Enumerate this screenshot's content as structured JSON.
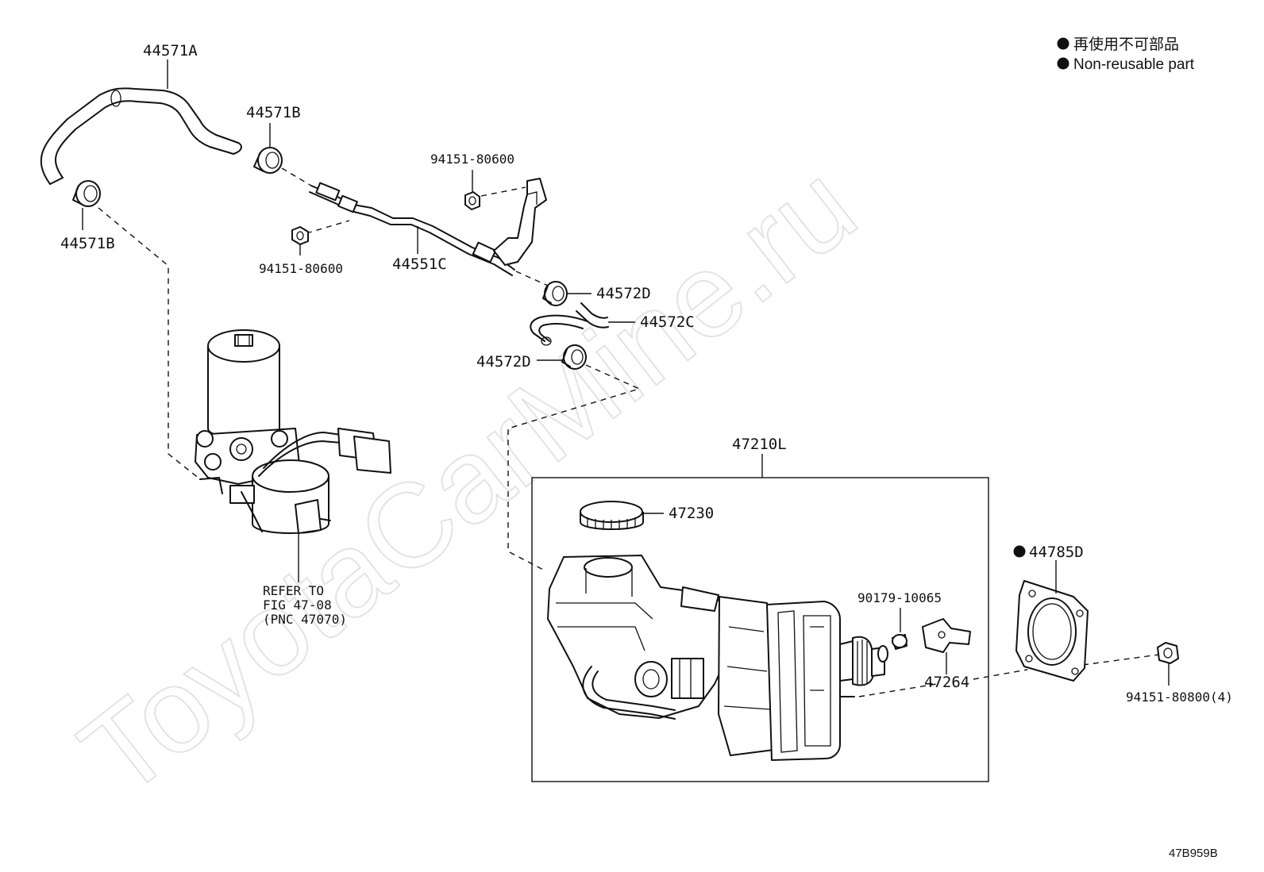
{
  "legend": {
    "line_jp": "再使用不可部品",
    "line_en": "Non-reusable part"
  },
  "watermark": "ToyotaCarMine.ru",
  "figure_code": "47B959B",
  "labels": {
    "hose_44571a": "44571A",
    "clip_44571b_upper": "44571B",
    "clip_44571b_lower": "44571B",
    "bolt_94151_80600_upper": "94151-80600",
    "bolt_94151_80600_lower": "94151-80600",
    "pipe_44551c": "44551C",
    "clip_44572d_upper": "44572D",
    "hose_44572c": "44572C",
    "clip_44572d_lower": "44572D",
    "assembly_47210l": "47210L",
    "cap_47230": "47230",
    "gasket_44785d": "44785D",
    "nut_90179_10065": "90179-10065",
    "bracket_47264": "47264",
    "bolt_94151_80800": "94151-80800(4)",
    "refer_line1": "REFER TO",
    "refer_line2": "FIG 47-08",
    "refer_line3": "(PNC 47070)"
  }
}
